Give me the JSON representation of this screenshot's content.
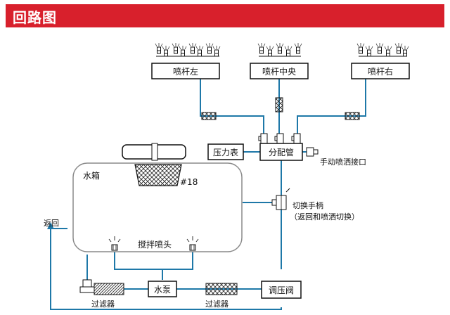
{
  "header": {
    "title": "回路图",
    "accent_color": "#d8202c"
  },
  "boxes": {
    "boom_left": "喷杆左",
    "boom_center": "喷杆中央",
    "boom_right": "喷杆右",
    "pressure_gauge": "压力表",
    "distributor": "分配管",
    "pump": "水泵",
    "regulator": "调压阀"
  },
  "labels": {
    "manual_port": "手动喷洒接口",
    "tank": "水箱",
    "tank_number": "#18",
    "switch_handle": "切换手柄",
    "switch_note": "（返回和喷洒切换）",
    "return": "返回",
    "agitator": "搅拌喷头",
    "filter_left": "过滤器",
    "filter_right": "过滤器"
  },
  "colors": {
    "pipe": "#1e78a8",
    "outline": "#111111",
    "tank_outline": "#8a8a8a"
  }
}
